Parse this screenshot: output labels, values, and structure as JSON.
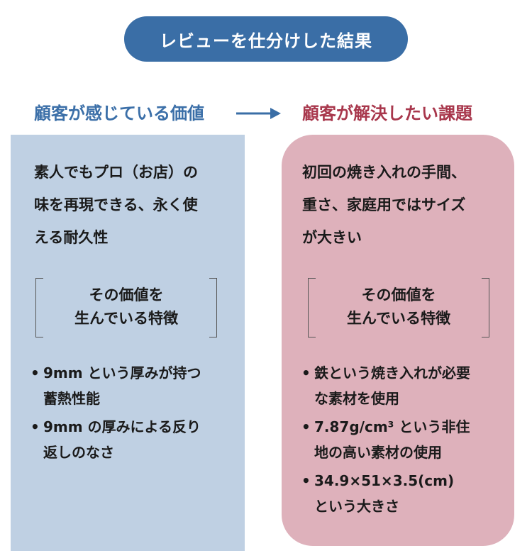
{
  "title": "レビューを仕分けした結果",
  "left": {
    "heading": "顧客が感じている価値",
    "description": "素人でもプロ（お店）の\n味を再現できる、永く使\nえる耐久性",
    "feature_label": "その価値を\n生んでいる特徴",
    "bullets": [
      "9mm という厚みが持つ\n蓄熱性能",
      "9mm の厚みによる反り\n返しのなさ"
    ]
  },
  "right": {
    "heading": "顧客が解決したい課題",
    "description": "初回の焼き入れの手間、\n重さ、家庭用ではサイズ\nが大きい",
    "feature_label": "その価値を\n生んでいる特徴",
    "bullets": [
      "鉄という焼き入れが必要\nな素材を使用",
      "7.87g/cm³ という非住\n地の高い素材の使用",
      "34.9×51×3.5(cm)\nという大きさ"
    ]
  },
  "bullet_symbol": "•",
  "colors": {
    "title_bg": "#3a6ea6",
    "left_heading": "#3b6fa8",
    "right_heading": "#a8374c",
    "left_panel": "#bfd0e3",
    "right_panel": "#deb1bb",
    "arrow": "#3a6ea6"
  },
  "icons": {
    "arrow": "arrow-right-icon"
  }
}
